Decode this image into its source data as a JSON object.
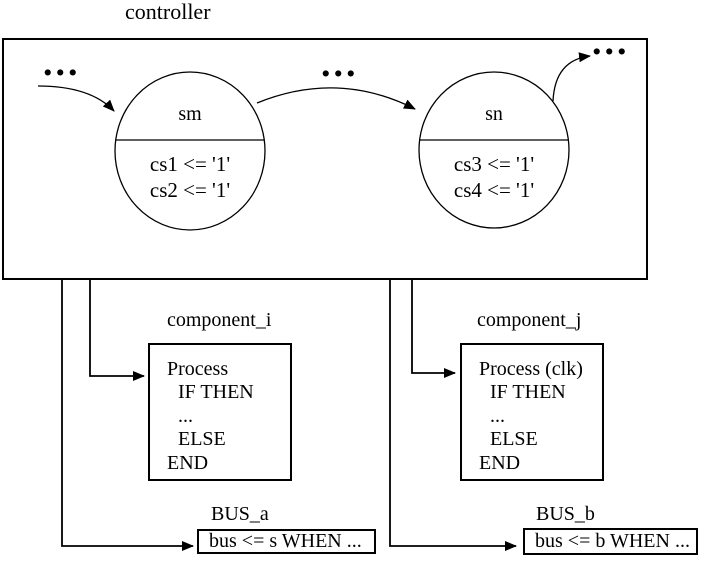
{
  "figure": {
    "title": "controller",
    "states": [
      {
        "name": "sm",
        "actions": [
          "cs1 <= '1'",
          "cs2 <= '1'"
        ]
      },
      {
        "name": "sn",
        "actions": [
          "cs3 <= '1'",
          "cs4 <= '1'"
        ]
      }
    ],
    "ellipses": {
      "left": "...",
      "middle": "...",
      "exit": "..."
    },
    "components": [
      {
        "label": "component_i",
        "body": [
          "Process",
          "IF THEN",
          "...",
          "ELSE",
          "END"
        ]
      },
      {
        "label": "component_j",
        "body": [
          "Process (clk)",
          "IF THEN",
          "...",
          "ELSE",
          "END"
        ]
      }
    ],
    "buses": [
      {
        "label": "BUS_a",
        "text": "bus <= s WHEN ..."
      },
      {
        "label": "BUS_b",
        "text": "bus <= b WHEN ..."
      }
    ],
    "colors": {
      "ink": "#000000",
      "background": "#ffffff"
    }
  }
}
